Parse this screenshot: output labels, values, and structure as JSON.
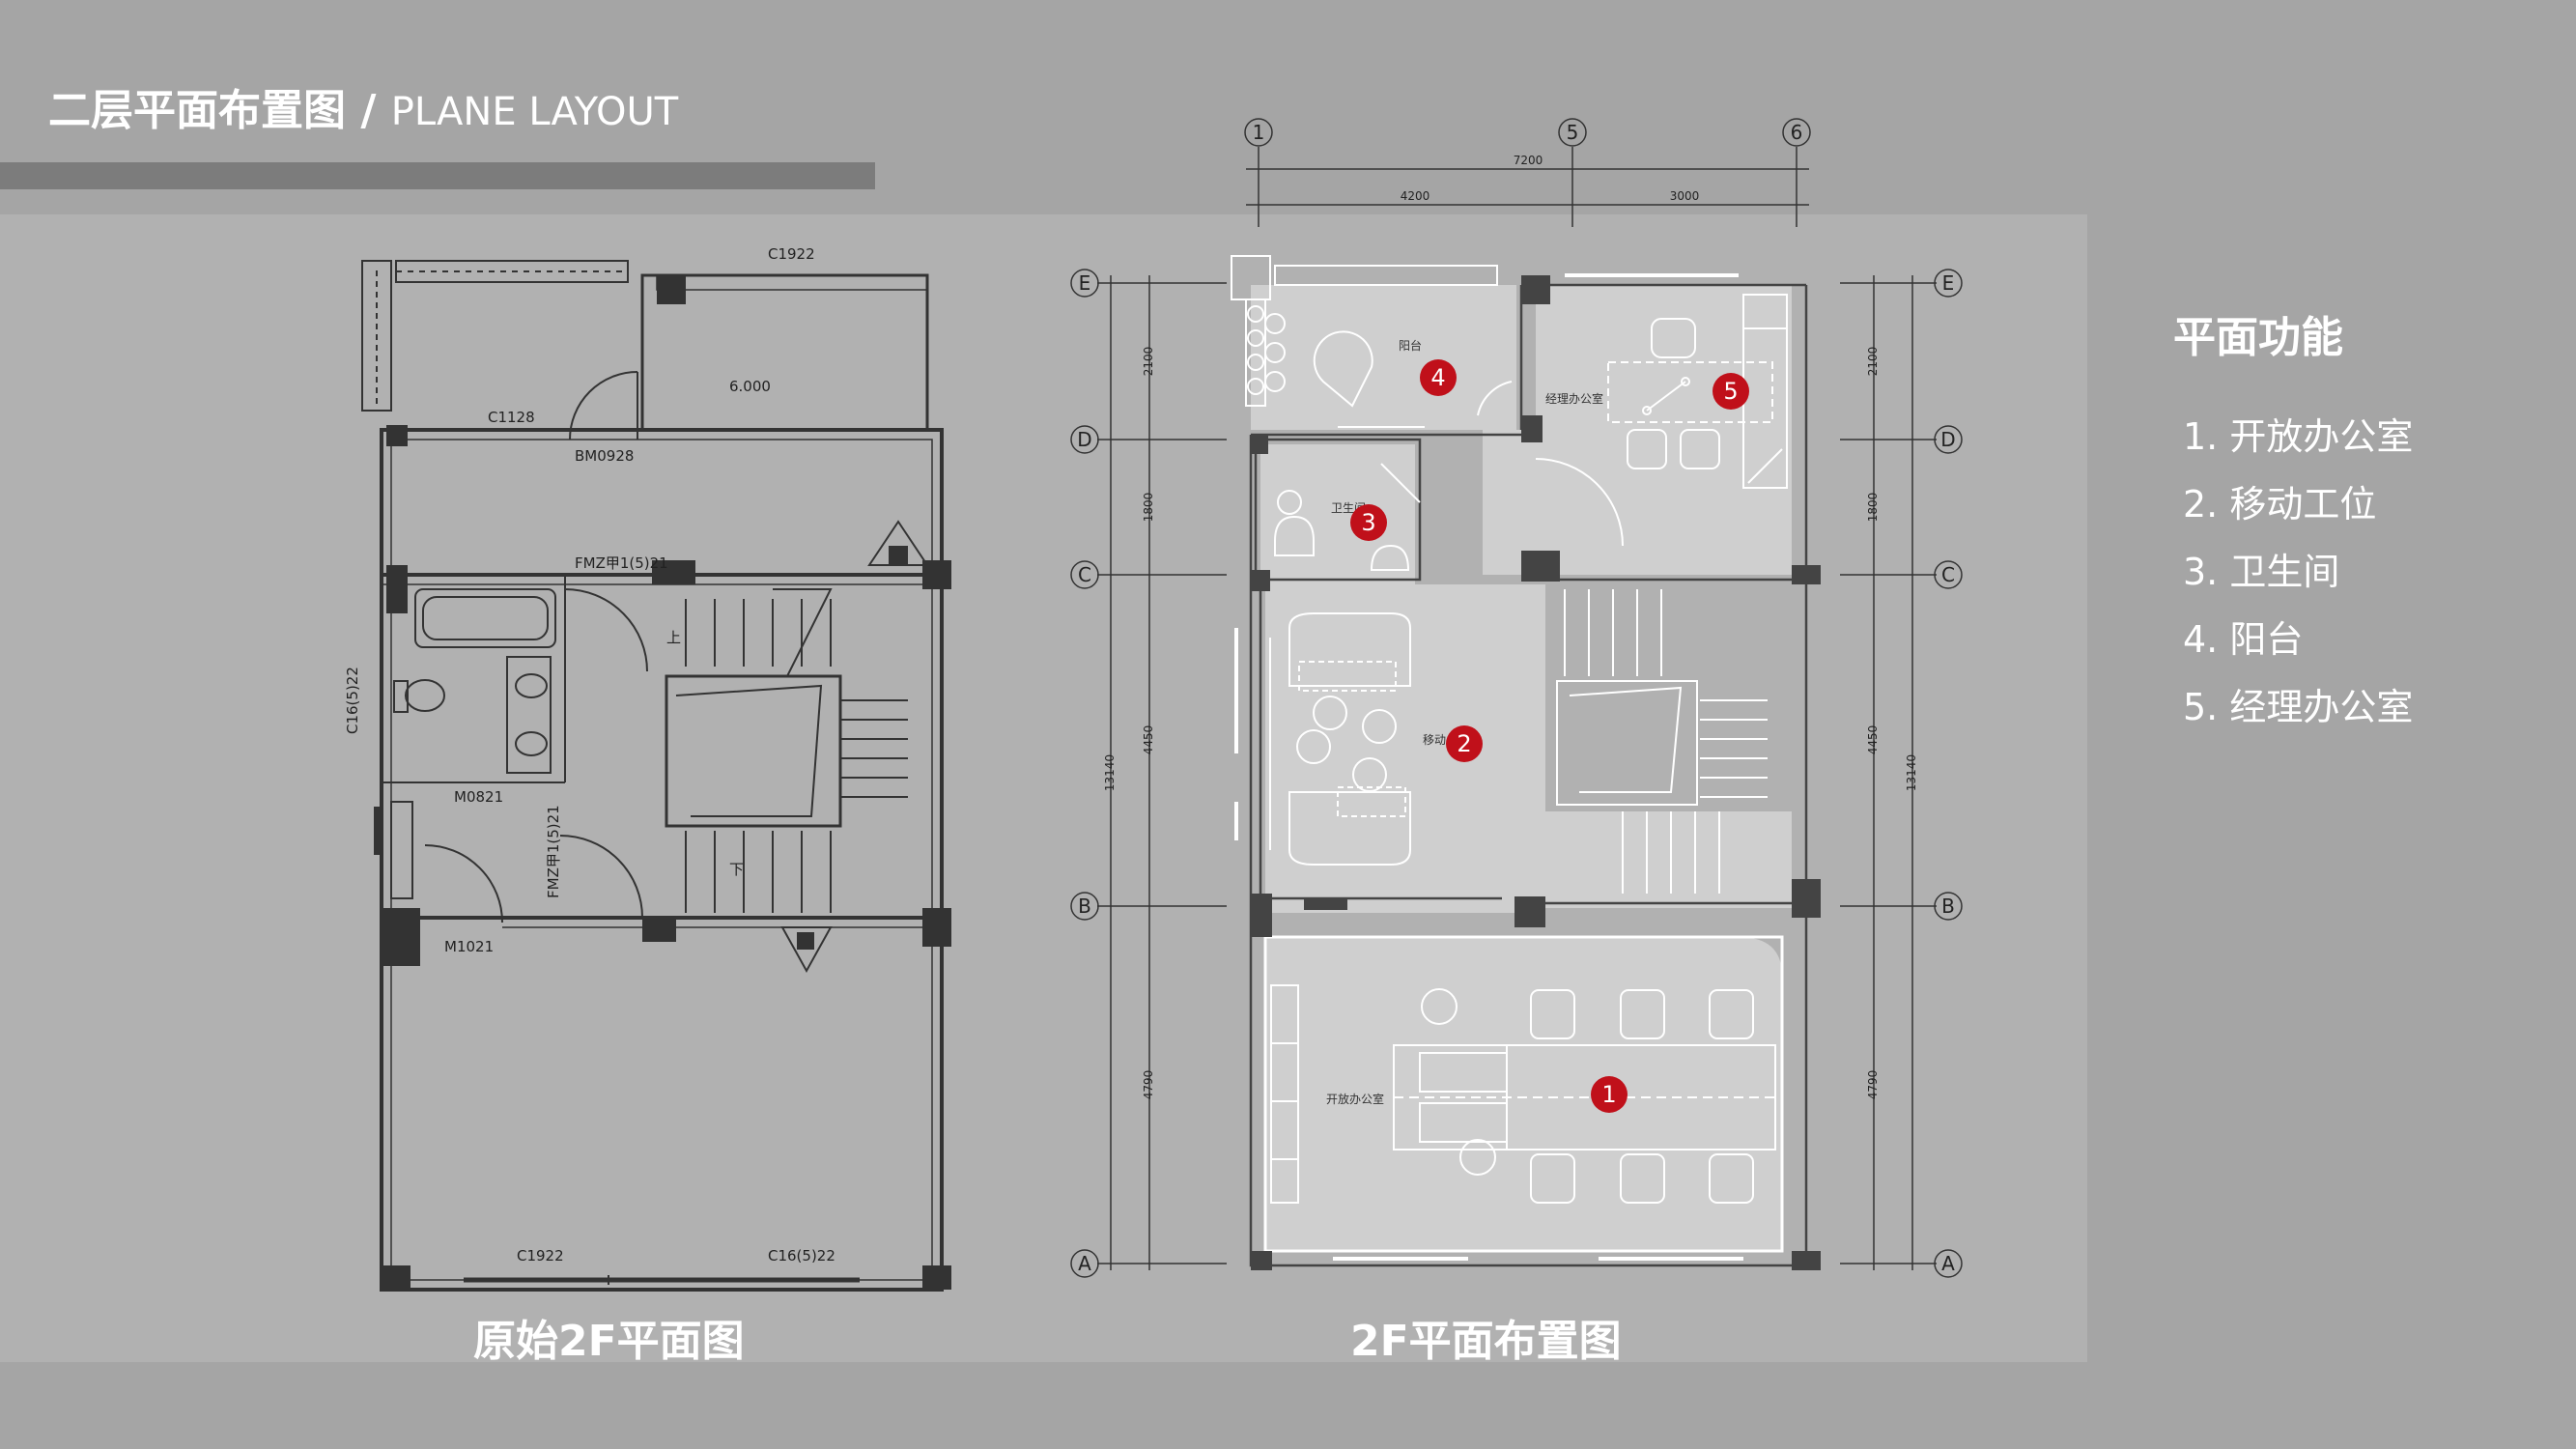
{
  "header": {
    "title_cn": "二层平面布置图",
    "title_sep": " / ",
    "title_en": "PLANE LAYOUT"
  },
  "captions": {
    "left": "原始2F平面图",
    "right": "2F平面布置图"
  },
  "functions": {
    "title": "平面功能",
    "items": [
      "1. 开放办公室",
      "2. 移动工位",
      "3. 卫生间",
      "4. 阳台",
      "5. 经理办公室"
    ]
  },
  "left_plan": {
    "labels": {
      "c1922_top": "C1922",
      "elev": "6.000",
      "c1128": "C1128",
      "bm0928": "BM0928",
      "fmz_top": "FMZ甲1(5)21",
      "c16_side": "C16(5)22",
      "m0821": "M0821",
      "fmz_mid": "FMZ甲1(5)21",
      "m1021": "M1021",
      "c1922_bot": "C1922",
      "c16_bot": "C16(5)22",
      "up": "上",
      "down": "下"
    }
  },
  "right_plan": {
    "axis_top": [
      "1",
      "5",
      "6"
    ],
    "axis_side": [
      "E",
      "D",
      "C",
      "B",
      "A"
    ],
    "dim_top": {
      "total": "7200",
      "left": "4200",
      "right": "3000"
    },
    "dim_side_inner": [
      "2100",
      "1800",
      "4450",
      "4790"
    ],
    "dim_side_total": "13140",
    "room_labels": {
      "balcony": "阳台",
      "manager": "经理办公室",
      "wc": "卫生间",
      "mobile": "移动",
      "open": "开放办公室"
    },
    "markers": [
      "1",
      "2",
      "3",
      "4",
      "5"
    ]
  },
  "colors": {
    "marker": "#c0101a",
    "wall": "#555555",
    "floor_fill": "#cfcfcf",
    "panel": "#b1b1b1"
  }
}
